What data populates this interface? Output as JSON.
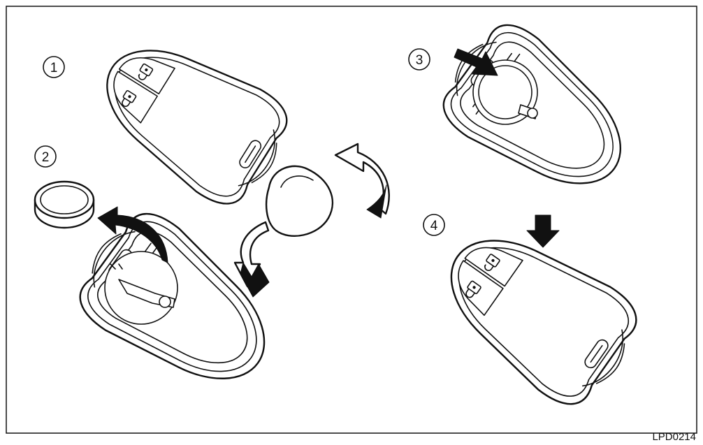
{
  "figure": {
    "code": "LPD0214",
    "steps": [
      {
        "label": "1"
      },
      {
        "label": "2"
      },
      {
        "label": "3"
      },
      {
        "label": "4"
      }
    ]
  }
}
